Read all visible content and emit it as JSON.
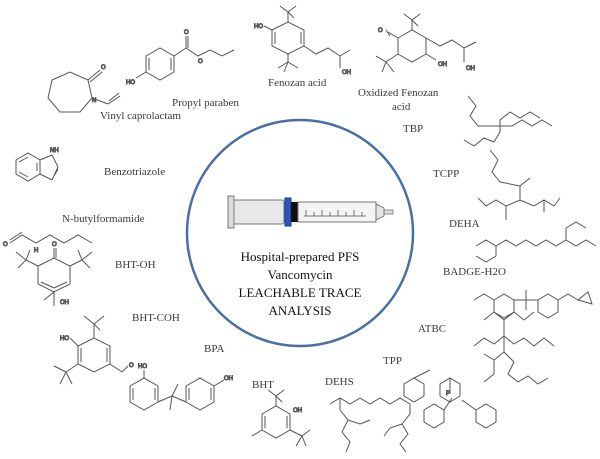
{
  "center": {
    "title_lines": [
      "Hospital-prepared PFS",
      "Vancomycin",
      "LEACHABLE TRACE",
      "ANALYSIS"
    ]
  },
  "compounds": [
    {
      "id": "propyl-paraben",
      "name": "Propyl paraben"
    },
    {
      "id": "fenozan-acid",
      "name": "Fenozan acid"
    },
    {
      "id": "oxidized-fenozan-acid",
      "name": "Oxidized Fenozan acid",
      "lines": [
        "Oxidized Fenozan",
        "acid"
      ]
    },
    {
      "id": "tbp",
      "name": "TBP"
    },
    {
      "id": "tcpp",
      "name": "TCPP"
    },
    {
      "id": "deha",
      "name": "DEHA"
    },
    {
      "id": "badge-h2o",
      "name": "BADGE-H2O"
    },
    {
      "id": "atbc",
      "name": "ATBC"
    },
    {
      "id": "tpp",
      "name": "TPP"
    },
    {
      "id": "dehs",
      "name": "DEHS"
    },
    {
      "id": "bht",
      "name": "BHT"
    },
    {
      "id": "bpa",
      "name": "BPA"
    },
    {
      "id": "bht-coh",
      "name": "BHT-COH"
    },
    {
      "id": "bht-oh",
      "name": "BHT-OH"
    },
    {
      "id": "n-butylformamide",
      "name": "N-butylformamide"
    },
    {
      "id": "benzotriazole",
      "name": "Benzotriazole"
    },
    {
      "id": "vinyl-caprolactam",
      "name": "Vinyl caprolactam"
    }
  ],
  "atoms": {
    "o": "O",
    "oh": "OH",
    "ho": "HO",
    "n": "N",
    "h": "H",
    "nh": "NH",
    "p": "P"
  },
  "colors": {
    "circle": "#4a6fa5",
    "syringe_plunger": "#2f55c4",
    "syringe_stopper": "#111111",
    "label": "#3a3a3a",
    "structure": "#555555"
  }
}
